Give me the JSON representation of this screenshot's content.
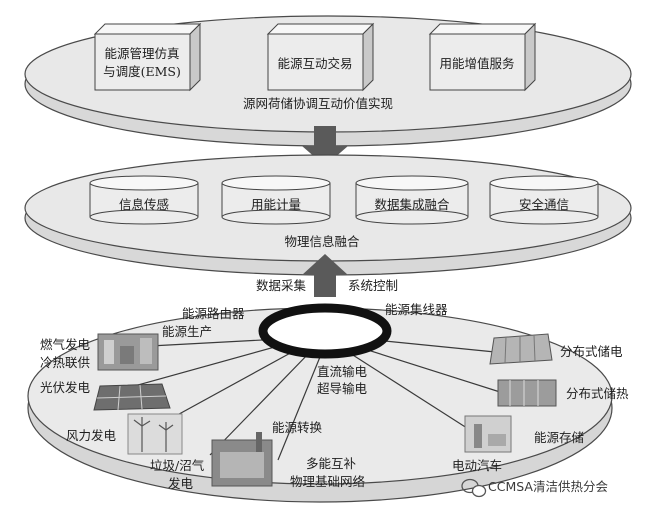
{
  "top_layer": {
    "boxes": [
      "能源管理仿真",
      "与调度(EMS)",
      "能源互动交易",
      "用能增值服务"
    ],
    "caption": "源网荷储协调互动价值实现"
  },
  "middle_layer": {
    "cylinders": [
      "信息传感",
      "用能计量",
      "数据集成融合",
      "安全通信"
    ],
    "caption": "物理信息融合"
  },
  "arrow_labels": {
    "left": "数据采集",
    "right": "系统控制"
  },
  "bottom_layer": {
    "hub_labels": [
      "能源路由器",
      "能源生产",
      "能源集线器",
      "直流输电",
      "超导输电",
      "能源转换"
    ],
    "nodes": {
      "chp_line1": "燃气发电",
      "chp_line2": "冷热联供",
      "solar": "光伏发电",
      "wind": "风力发电",
      "biogas_line1": "垃圾/沼气",
      "biogas_line2": "发电",
      "multi_line1": "多能互补",
      "multi_line2": "物理基础网络",
      "ev": "电动汽车",
      "storage": "能源存储",
      "heat_storage": "分布式储热",
      "elec_storage": "分布式储电"
    }
  },
  "watermark": "CCMSA清洁供热分会",
  "colors": {
    "disk_fill": "#e6e6e6",
    "disk_stroke": "#4a4a4a",
    "arrow": "#5a5a5a",
    "box_front": "#ececec",
    "box_top": "#f7f7f7",
    "box_side": "#c9c9c9"
  }
}
